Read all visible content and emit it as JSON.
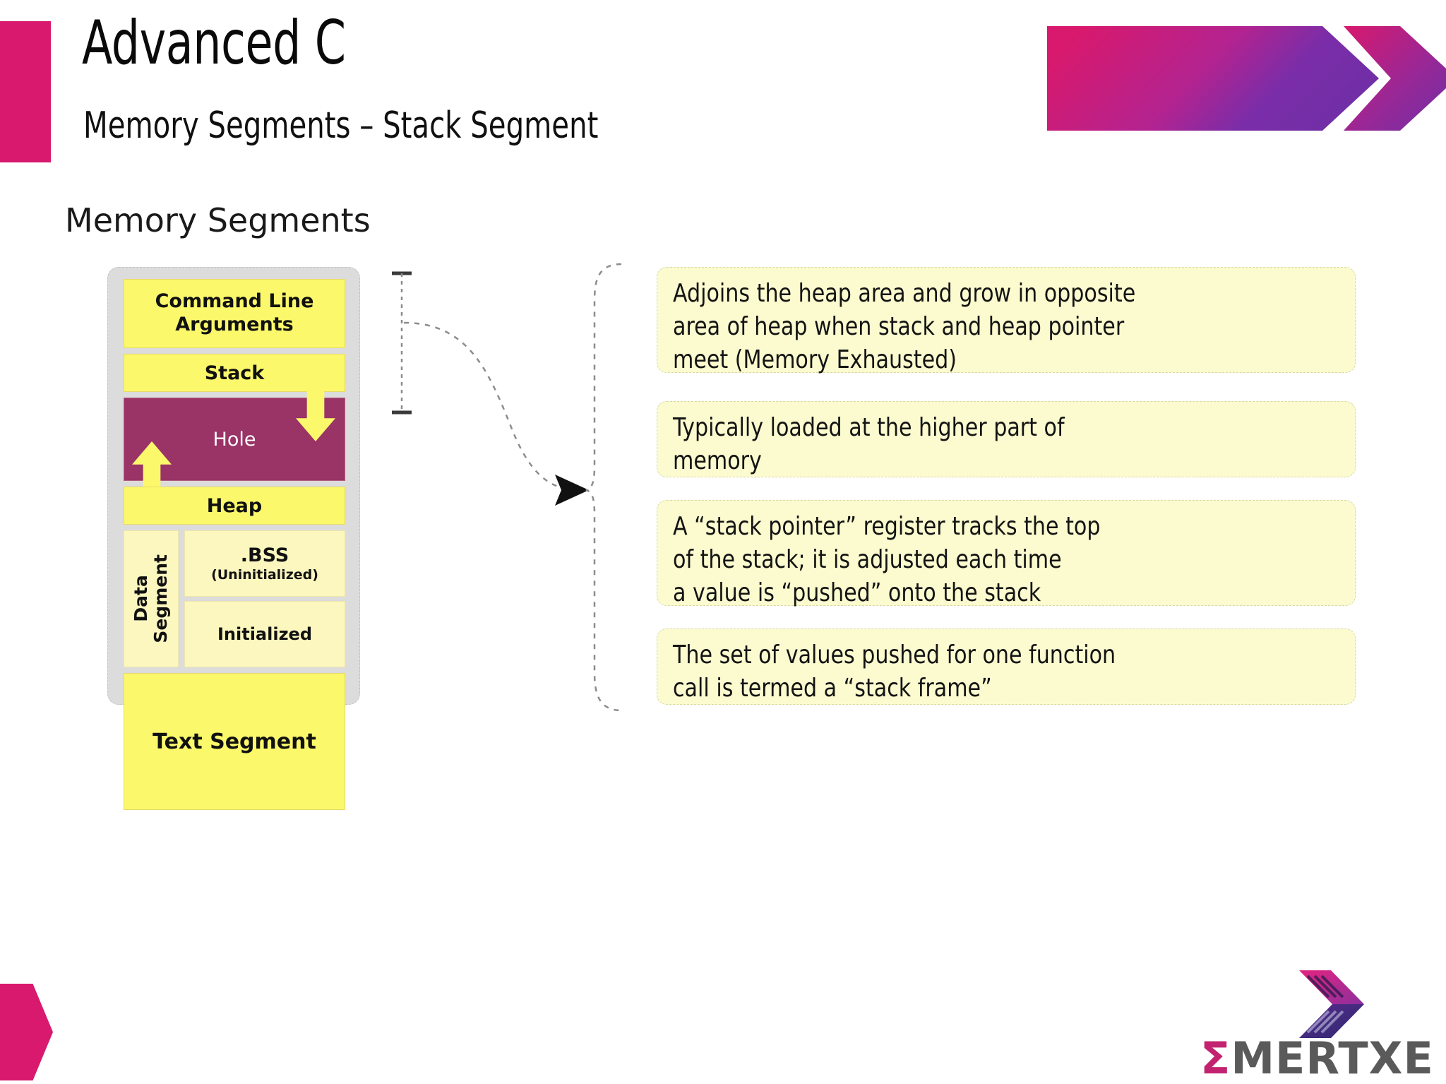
{
  "header": {
    "title": "Advanced C",
    "subtitle": "Memory Segments – Stack Segment",
    "accent_pink": "#d8196d",
    "banner_gradient_from": "#d8196d",
    "banner_gradient_to": "#6f2fa6"
  },
  "section": {
    "heading": "Memory Segments"
  },
  "diagram": {
    "name": "memory-segments-diagram",
    "segments": [
      {
        "key": "command_line_arguments",
        "label": "Command Line\nArguments",
        "color": "#fbf96b"
      },
      {
        "key": "stack",
        "label": "Stack",
        "color": "#fbf96b"
      },
      {
        "key": "hole",
        "label": "Hole",
        "color": "#9a3366",
        "text_color": "#ffffff"
      },
      {
        "key": "heap",
        "label": "Heap",
        "color": "#fbf96b"
      },
      {
        "key": "data_segment",
        "label": "Data\nSegment",
        "color": "#fbf7bf"
      },
      {
        "key": "bss",
        "label": ".BSS",
        "sublabel": "(Uninitialized)",
        "color": "#fbf7bf"
      },
      {
        "key": "initialized",
        "label": "Initialized",
        "color": "#fbf7bf"
      },
      {
        "key": "text_segment",
        "label": "Text Segment",
        "color": "#fbf96b"
      }
    ],
    "arrows": [
      {
        "key": "stack-grows-down",
        "direction": "down"
      },
      {
        "key": "heap-grows-up",
        "direction": "up"
      }
    ]
  },
  "callouts": [
    {
      "id": 1,
      "text": "Adjoins the heap area and grow in opposite\narea of heap when stack and heap pointer\nmeet  (Memory Exhausted)"
    },
    {
      "id": 2,
      "text": "Typically loaded at the higher part of\nmemory"
    },
    {
      "id": 3,
      "text": "A “stack pointer” register tracks the top\nof the stack; it is adjusted each time\na value is “pushed” onto the stack"
    },
    {
      "id": 4,
      "text": "The set of values pushed for one function\ncall is termed a “stack frame”"
    }
  ],
  "footer": {
    "logo_sigma": "Σ",
    "logo_name": "MERTXE"
  }
}
